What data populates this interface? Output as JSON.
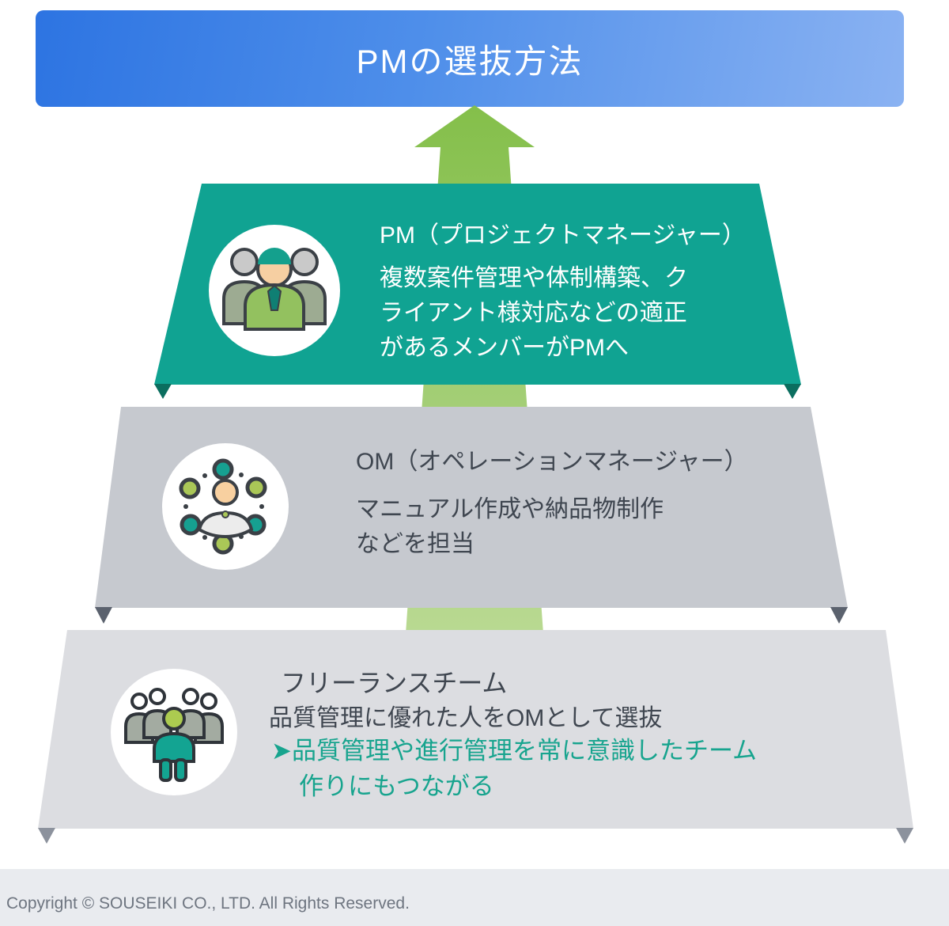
{
  "title": "PMの選抜方法",
  "pyramid": {
    "levels": [
      {
        "name": "PM",
        "heading": "PM（プロジェクトマネージャー）",
        "lines": [
          "複数案件管理や体制構築、ク",
          "ライアント様対応などの適正",
          "があるメンバーがPMへ"
        ],
        "fill": "#10a392",
        "foot_color": "#0b6e5f",
        "icon": "pm-team-icon"
      },
      {
        "name": "OM",
        "heading": "OM（オペレーションマネージャー）",
        "lines": [
          "マニュアル作成や納品物制作",
          "などを担当"
        ],
        "fill": "#c6c9cf",
        "foot_color": "#5b626e",
        "icon": "om-network-icon"
      },
      {
        "name": "freelance-team",
        "heading": "フリーランスチーム",
        "lines": [
          "品質管理に優れた人をOMとして選抜"
        ],
        "highlight_lines": [
          "➤品質管理や進行管理を常に意識したチーム",
          "作りにもつながる"
        ],
        "fill": "#dcdde1",
        "foot_color": "#8c929d",
        "icon": "freelance-crowd-icon"
      }
    ]
  },
  "arrow": {
    "name": "up-arrow",
    "color_top": "#84bf4a",
    "color_bottom": "#c8e1a5"
  },
  "footer": {
    "text": "Copyright © SOUSEIKI CO., LTD. All Rights Reserved."
  },
  "colors": {
    "banner_left": "#2d74e2",
    "banner_right": "#8ab2f2",
    "banner_text": "#ffffff",
    "dark_text": "#3f4650",
    "teal_text": "#17a48e",
    "footer_bg": "#e9ebef",
    "footer_text": "#6e7580",
    "icon_outline": "#3b4046",
    "icon_teal": "#16a091",
    "icon_green": "#aac757",
    "icon_skin": "#f6cfa2"
  }
}
